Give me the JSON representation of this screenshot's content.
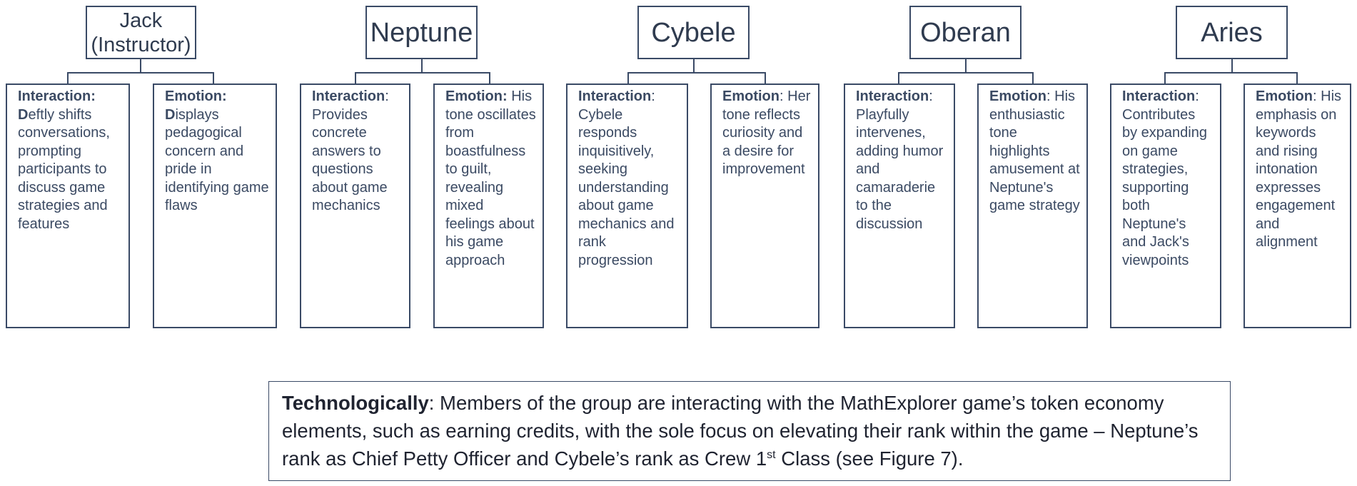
{
  "roles": [
    {
      "name_lines": [
        "Jack",
        "(Instructor)"
      ],
      "interaction": {
        "label": "Interaction:",
        "lead": "D",
        "text": "eftly shifts conversations, prompting participants to discuss game strategies and features"
      },
      "emotion": {
        "label": "Emotion:",
        "lead": "D",
        "text": "isplays pedagogical concern and pride in identifying game flaws"
      }
    },
    {
      "name_lines": [
        "Neptune"
      ],
      "interaction": {
        "label": "Interaction",
        "after_label": ":",
        "text": "Provides concrete answers to questions about game mechanics"
      },
      "emotion": {
        "label": "Emotion:",
        "text": "His tone oscillates from boastfulness to guilt, revealing mixed feelings about his game approach"
      }
    },
    {
      "name_lines": [
        "Cybele"
      ],
      "interaction": {
        "label": "Interaction",
        "after_label": ":",
        "text": "Cybele responds inquisitively, seeking understanding about game mechanics and rank progression"
      },
      "emotion": {
        "label": "Emotion",
        "after_label": ":",
        "text": "Her tone reflects curiosity and a desire for improvement"
      }
    },
    {
      "name_lines": [
        "Oberan"
      ],
      "interaction": {
        "label": "Interaction",
        "after_label": ":",
        "text": "Playfully intervenes, adding humor and camaraderie to the discussion"
      },
      "emotion": {
        "label": "Emotion",
        "after_label": ":",
        "text": "His enthusiastic tone highlights amusement at Neptune's game strategy"
      }
    },
    {
      "name_lines": [
        "Aries"
      ],
      "interaction": {
        "label": "Interaction",
        "after_label": ":",
        "text": "Contributes by expanding on game strategies, supporting both Neptune's and Jack's viewpoints"
      },
      "emotion": {
        "label": "Emotion",
        "after_label": ":",
        "text": "His emphasis on keywords and rising intonation expresses engagement and alignment"
      }
    }
  ],
  "caption": {
    "bold": "Technologically",
    "text_before_sup": ": Members of the group are interacting with the MathExplorer game’s token economy elements, such as earning credits, with the sole focus on elevating their rank within the game – Neptune’s rank as Chief Petty Officer and Cybele’s rank as Crew 1",
    "sup": "st",
    "text_after_sup": " Class (see Figure 7)."
  }
}
